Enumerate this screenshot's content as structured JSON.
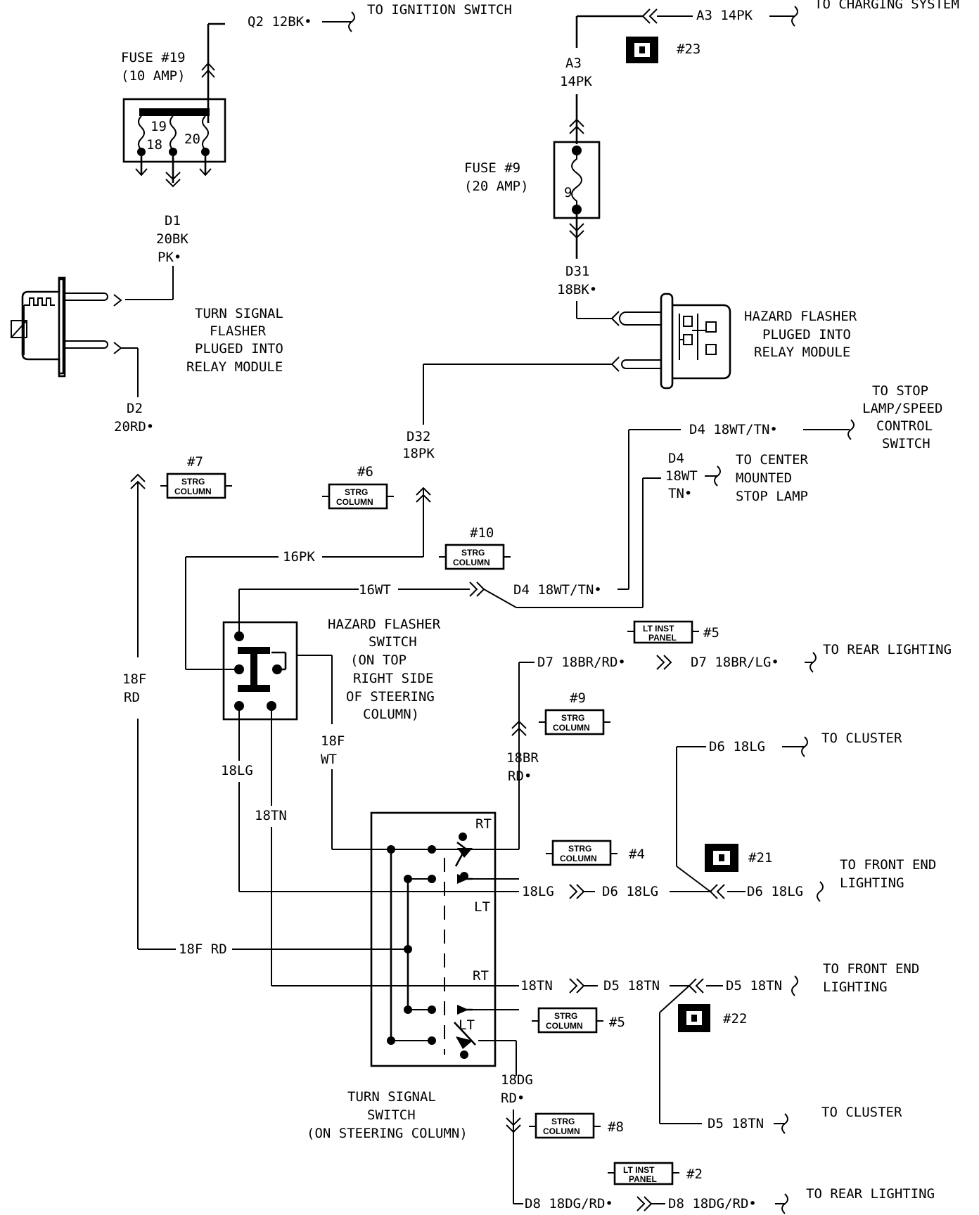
{
  "labels": {
    "q2": "Q2 12BK•",
    "to_ignition": "TO IGNITION SWITCH",
    "to_charging": "TO CHARGING SYSTEM",
    "a3_top": "A3 14PK",
    "a3_lbl": "A3",
    "a3_gauge": "14PK",
    "fuse19_a": "FUSE #19",
    "fuse19_b": "(10 AMP)",
    "fuse_19": "19",
    "fuse_18": "18",
    "fuse_20": "20",
    "fuse9_a": "FUSE #9",
    "fuse9_b": "(20 AMP)",
    "fuse_9": "9",
    "d1": "D1",
    "d1_gauge": "20BK",
    "d1_pk": "PK•",
    "d31": "D31",
    "d31_gauge": "18BK•",
    "tsf_1": "TURN SIGNAL",
    "tsf_2": "FLASHER",
    "tsf_3": "PLUGED INTO",
    "tsf_4": "RELAY MODULE",
    "hf_1": "HAZARD FLASHER",
    "hf_2": "PLUGED INTO",
    "hf_3": "RELAY MODULE",
    "d2": "D2",
    "d2_gauge": "20RD•",
    "d32": "D32",
    "d32_gauge": "18PK",
    "stop_1": "TO STOP",
    "stop_2": "LAMP/SPEED",
    "stop_3": "CONTROL",
    "stop_4": "SWITCH",
    "d4_top": "D4 18WT/TN•",
    "d4_b1": "D4",
    "d4_b2": "18WT",
    "d4_b3": "TN•",
    "center_1": "TO CENTER",
    "center_2": "MOUNTED",
    "center_3": "STOP LAMP",
    "w16pk": "16PK",
    "w16wt": "16WT",
    "d4_mid": "D4 18WT/TN•",
    "hfs_1": "HAZARD FLASHER",
    "hfs_2": "SWITCH",
    "hfs_3": "(ON TOP",
    "hfs_4": "RIGHT SIDE",
    "hfs_5": "OF STEERING",
    "hfs_6": "COLUMN)",
    "d7_left": "D7 18BR/RD•",
    "d7_right": "D7 18BR/LG•",
    "to_rear_1": "TO REAR LIGHTING",
    "to_rear_2": "TO REAR LIGHTING",
    "w18f_rd_1": "18F",
    "w18f_rd_2": "RD",
    "w18f_wt_1": "18F",
    "w18f_wt_2": "WT",
    "w18lg": "18LG",
    "w18tn": "18TN",
    "w18br": "18BR",
    "w18br_rd": "RD•",
    "d6_top": "D6 18LG",
    "to_cluster_1": "TO CLUSTER",
    "to_cluster_2": "TO CLUSTER",
    "front_end_1a": "TO FRONT END",
    "front_end_1b": "LIGHTING",
    "front_end_2a": "TO FRONT END",
    "front_end_2b": "LIGHTING",
    "rt_1": "RT",
    "lt_1": "LT",
    "rt_2": "RT",
    "lt_2": "LT",
    "w18lg_right": "18LG",
    "d6_mid": "D6 18LG",
    "d6_right": "D6 18LG",
    "w18f_rd_h": "18F RD",
    "w18tn_right": "18TN",
    "d5_mid": "D5 18TN",
    "d5_right": "D5 18TN",
    "d5_bottom": "D5 18TN",
    "w18dg": "18DG",
    "w18dg_rd": "RD•",
    "tss_1": "TURN SIGNAL",
    "tss_2": "SWITCH",
    "tss_3": "(ON STEERING COLUMN)",
    "d8_left": "D8 18DG/RD•",
    "d8_right": "D8 18DG/RD•",
    "strg_a": "STRG",
    "strg_b": "COLUMN",
    "ltinst_a": "LT INST",
    "ltinst_b": "PANEL",
    "ref_23": "#23",
    "ref_21": "#21",
    "ref_22": "#22",
    "ref_7": "#7",
    "ref_6": "#6",
    "ref_10": "#10",
    "ref_5a": "#5",
    "ref_9": "#9",
    "ref_4": "#4",
    "ref_5b": "#5",
    "ref_8": "#8",
    "ref_2": "#2"
  }
}
